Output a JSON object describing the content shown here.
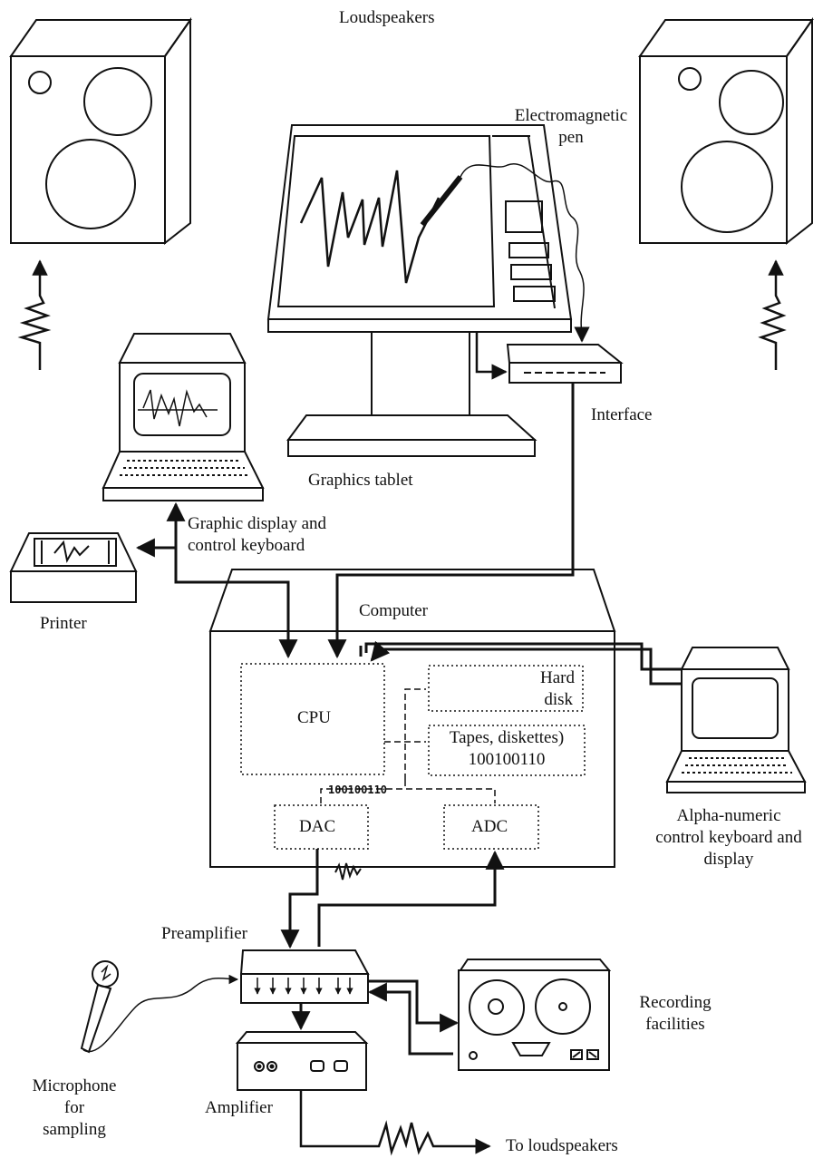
{
  "labels": {
    "loudspeakers": "Loudspeakers",
    "pen_line1": "Electromagnetic",
    "pen_line2": "pen",
    "interface": "Interface",
    "graphics_tablet": "Graphics tablet",
    "graphic_display_line1": "Graphic display and",
    "graphic_display_line2": "control keyboard",
    "printer": "Printer",
    "computer": "Computer",
    "cpu": "CPU",
    "hard_disk_line1": "Hard",
    "hard_disk_line2": "disk",
    "tapes_line1": "Tapes, diskettes)",
    "tapes_line2": "100100110",
    "bus_bits": "100100110",
    "dac": "DAC",
    "adc": "ADC",
    "alpha_line1": "Alpha-numeric",
    "alpha_line2": "control keyboard and",
    "alpha_line3": "display",
    "preamplifier": "Preamplifier",
    "recording_line1": "Recording",
    "recording_line2": "facilities",
    "microphone_line1": "Microphone",
    "microphone_line2": "for",
    "microphone_line3": "sampling",
    "amplifier": "Amplifier",
    "to_loudspeakers": "To loudspeakers"
  }
}
